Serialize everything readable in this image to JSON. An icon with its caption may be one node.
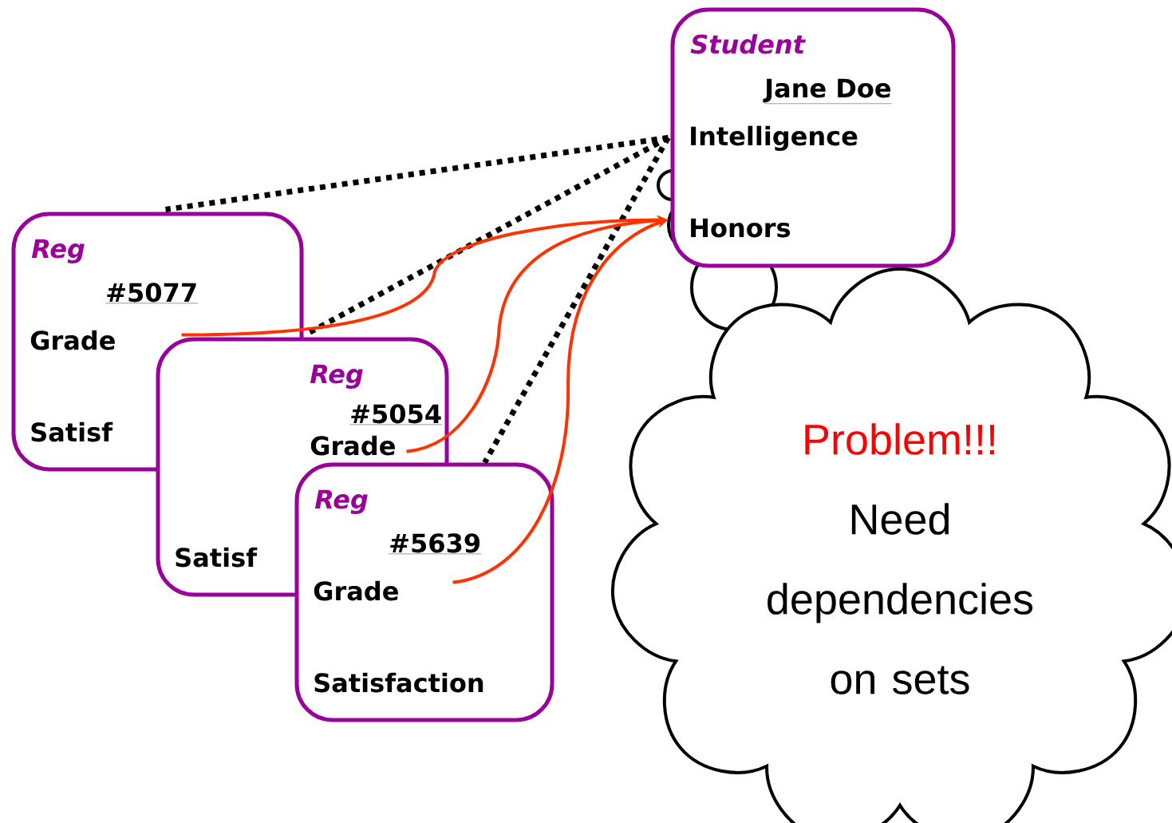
{
  "diagram": {
    "nodes": [
      {
        "text": [
          "Student",
          "Jane Doe",
          "Intelligence",
          "Honors"
        ]
      },
      {
        "text": [
          "Reg",
          "#5077",
          "Grade",
          "Satisf"
        ]
      },
      {
        "text": [
          "Reg",
          "#5054",
          "Grade",
          "Satisf"
        ]
      },
      {
        "text": [
          "Reg",
          "#5639",
          "Grade",
          "Satisfaction"
        ]
      },
      {
        "text": [
          "Problem!!!",
          "Need dependencies on sets"
        ]
      }
    ],
    "edges": [
      {
        "from": 0,
        "to": 1,
        "arrow": "none",
        "style": "dashed"
      },
      {
        "from": 0,
        "to": 2,
        "arrow": "none",
        "style": "dashed"
      },
      {
        "from": 0,
        "to": 3,
        "arrow": "none",
        "style": "dashed"
      },
      {
        "from": 1,
        "to": 0,
        "arrow": "to",
        "color": "#ff3300"
      },
      {
        "from": 2,
        "to": 0,
        "arrow": "to",
        "color": "#ff3300"
      },
      {
        "from": 3,
        "to": 0,
        "arrow": "to",
        "color": "#ff3300"
      }
    ]
  }
}
